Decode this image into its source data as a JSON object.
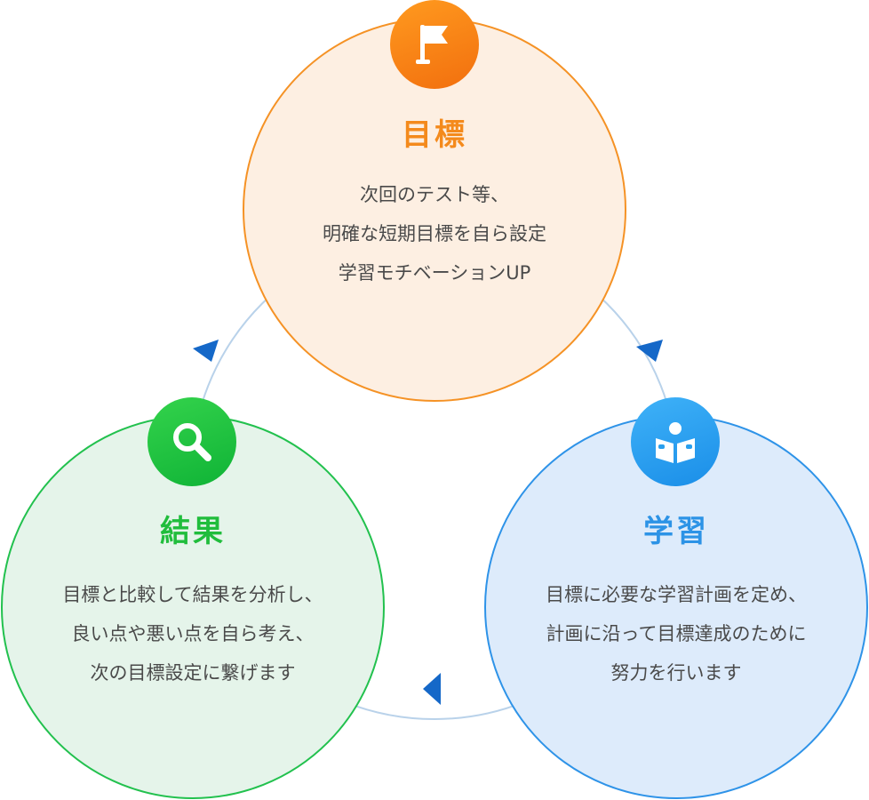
{
  "nodes": {
    "goal": {
      "title": "目標",
      "lines": [
        "次回のテスト等、",
        "明確な短期目標を自ら設定",
        "学習モチベーションUP"
      ],
      "icon": "flag-icon",
      "color": "#f48a1c"
    },
    "study": {
      "title": "学習",
      "lines": [
        "目標に必要な学習計画を定め、",
        "計画に沿って目標達成のために",
        "努力を行います"
      ],
      "icon": "reading-person-icon",
      "color": "#2c93e6"
    },
    "result": {
      "title": "結果",
      "lines": [
        "目標と比較して結果を分析し、",
        "良い点や悪い点を自ら考え、",
        "次の目標設定に繋げます"
      ],
      "icon": "magnifier-icon",
      "color": "#20bd3c"
    }
  },
  "colors": {
    "cycle_line": "#b9d2ea",
    "arrow": "#1568c8"
  }
}
